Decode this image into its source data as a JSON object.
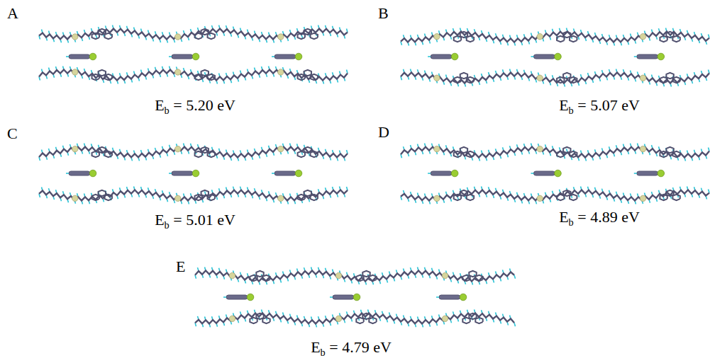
{
  "diagram": {
    "labels": [
      "A",
      "E",
      "b",
      "= 5.20 eV",
      "B",
      "E",
      "b",
      "= 5.07 eV",
      "C",
      "E",
      "b",
      "= 5.01 eV",
      "D",
      "E",
      "b",
      "= 4.89 eV",
      "E",
      "E",
      "b",
      "= 4.79 eV"
    ]
  }
}
